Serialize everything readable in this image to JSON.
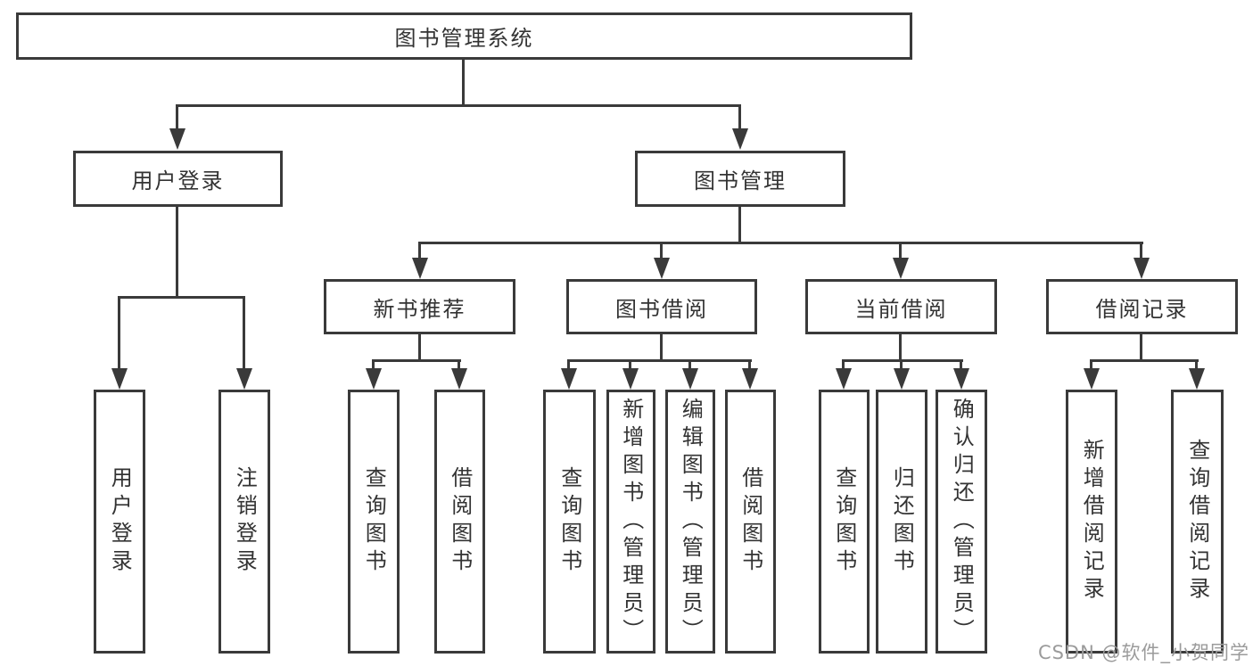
{
  "colors": {
    "line": "#3a3a3a",
    "text": "#333333",
    "watermark": "#9b9b9b",
    "background": "#ffffff"
  },
  "watermark": {
    "text": "CSDN @软件_小贺同学"
  },
  "tree": {
    "label": "图书管理系统",
    "children": [
      {
        "label": "用户登录",
        "children": [
          {
            "label": "用户登录"
          },
          {
            "label": "注销登录"
          }
        ]
      },
      {
        "label": "图书管理",
        "children": [
          {
            "label": "新书推荐",
            "children": [
              {
                "label": "查询图书"
              },
              {
                "label": "借阅图书"
              }
            ]
          },
          {
            "label": "图书借阅",
            "children": [
              {
                "label": "查询图书"
              },
              {
                "label": "新增图书（管理员）"
              },
              {
                "label": "编辑图书（管理员）"
              },
              {
                "label": "借阅图书"
              }
            ]
          },
          {
            "label": "当前借阅",
            "children": [
              {
                "label": "查询图书"
              },
              {
                "label": "归还图书"
              },
              {
                "label": "确认归还（管理员）"
              }
            ]
          },
          {
            "label": "借阅记录",
            "children": [
              {
                "label": "新增借阅记录"
              },
              {
                "label": "查询借阅记录"
              }
            ]
          }
        ]
      }
    ]
  }
}
